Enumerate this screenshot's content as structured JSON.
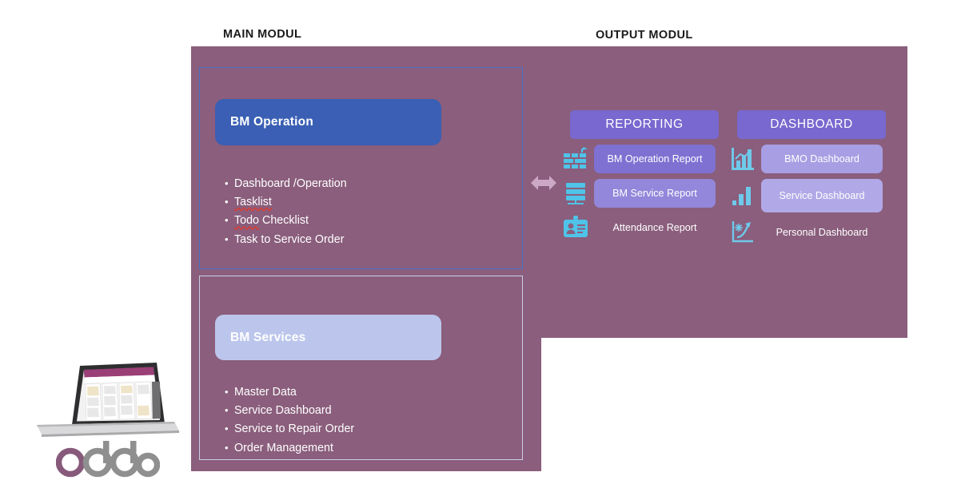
{
  "headers": {
    "main": "MAIN MODUL",
    "output": "OUTPUT MODUL"
  },
  "main_module": {
    "operation": {
      "title": "BM Operation",
      "items": [
        {
          "text": "Dashboard /Operation",
          "misspelled": ""
        },
        {
          "text": "Tasklist ",
          "misspelled": "Tasklist"
        },
        {
          "text": "Todo Checklist",
          "misspelled": "Todo"
        },
        {
          "text": "Task to Service Order",
          "misspelled": ""
        }
      ]
    },
    "services": {
      "title": "BM Services",
      "items": [
        {
          "text": "Master Data",
          "misspelled": ""
        },
        {
          "text": "Service Dashboard",
          "misspelled": ""
        },
        {
          "text": "Service to Repair Order",
          "misspelled": ""
        },
        {
          "text": "Order Management",
          "misspelled": ""
        }
      ]
    }
  },
  "output_module": {
    "reporting": {
      "header": "REPORTING",
      "rows": [
        {
          "label": "BM Operation Report",
          "icon": "brick-wall-icon"
        },
        {
          "label": "BM Service Report",
          "icon": "server-stack-icon"
        },
        {
          "label": "Attendance Report",
          "icon": "id-badge-icon"
        }
      ]
    },
    "dashboard": {
      "header": "DASHBOARD",
      "rows": [
        {
          "label": "BMO Dashboard",
          "icon": "bar-chart-frame-icon"
        },
        {
          "label": "Service Dashboard",
          "icon": "bar-chart-icon"
        },
        {
          "label": "Personal Dashboard",
          "icon": "line-chart-arrow-icon"
        }
      ]
    }
  },
  "connector": {
    "name": "double-arrow",
    "glyph": "↔"
  },
  "branding": {
    "wordmark": "odoo"
  },
  "colors": {
    "canvas_purple": "#8a5e7c",
    "operation_blue": "#3a5fb4",
    "services_lilac": "#bcc6ec",
    "column_header_violet": "#7868cf",
    "icon_cyan": "#4fc3e8",
    "odoo_purple": "#875a7b",
    "odoo_gray": "#8f8f8f",
    "spellcheck_red": "#e03a2f"
  }
}
